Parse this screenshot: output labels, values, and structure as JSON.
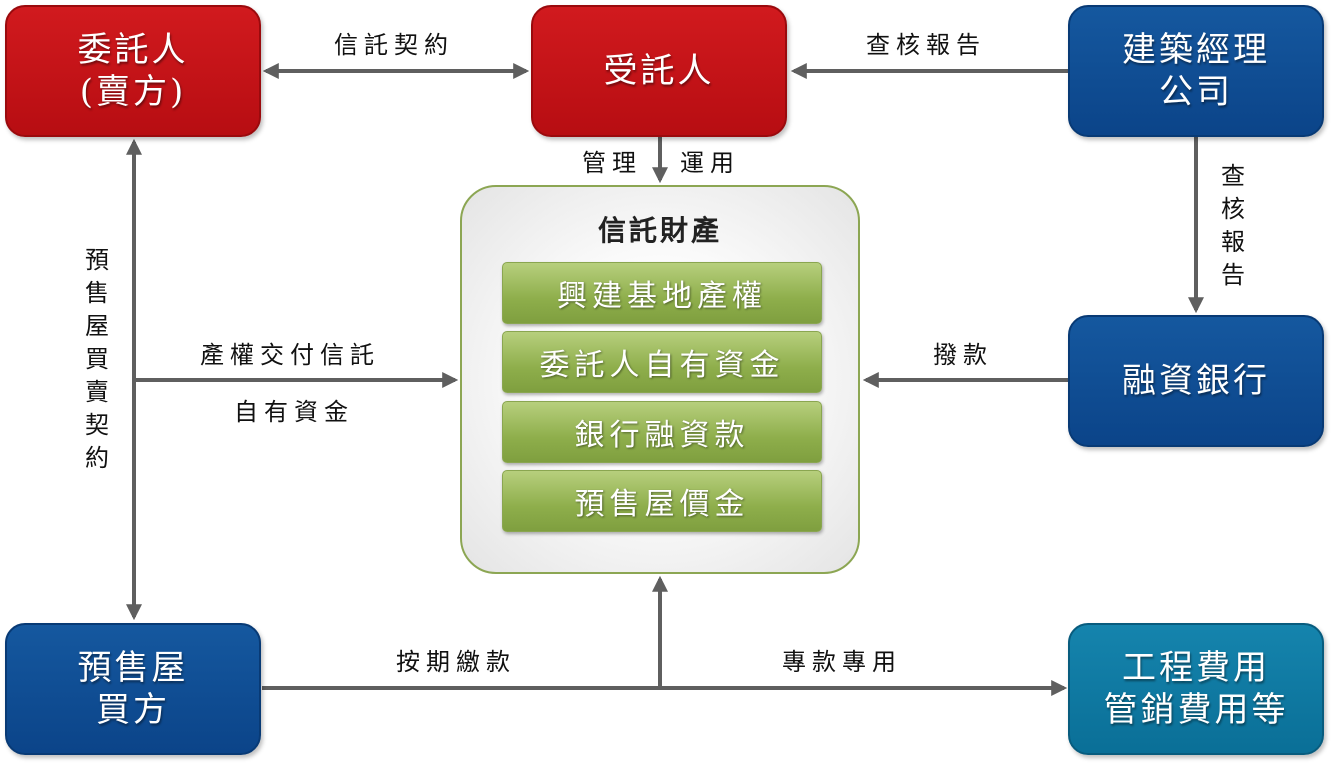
{
  "nodes": {
    "principal": {
      "line1": "委託人",
      "line2": "(賣方)"
    },
    "trustee": {
      "line1": "受託人"
    },
    "construction_manager": {
      "line1": "建築經理",
      "line2": "公司"
    },
    "financing_bank": {
      "line1": "融資銀行"
    },
    "presale_buyer": {
      "line1": "預售屋",
      "line2": "買方"
    },
    "expenses": {
      "line1": "工程費用",
      "line2": "管銷費用等"
    }
  },
  "trust_property": {
    "title": "信託財產",
    "items": [
      "興建基地產權",
      "委託人自有資金",
      "銀行融資款",
      "預售屋價金"
    ]
  },
  "edge_labels": {
    "trust_contract": "信託契約",
    "audit_report_top": "查核報告",
    "manage": "管理",
    "operate": "運用",
    "audit_report_vertical": [
      "查",
      "核",
      "報",
      "告"
    ],
    "presale_contract_vertical": [
      "預",
      "售",
      "屋",
      "買",
      "賣",
      "契",
      "約"
    ],
    "title_delivery": "產權交付信託",
    "own_funds": "自有資金",
    "disbursement": "撥款",
    "installment_payment": "按期繳款",
    "earmarked_use": "專款專用"
  },
  "colors": {
    "red_node": "#c41217",
    "blue_node": "#0f4c93",
    "teal_node": "#0c7aa3",
    "asset_green": "#9ab95a",
    "arrow": "#5f5f5f"
  }
}
